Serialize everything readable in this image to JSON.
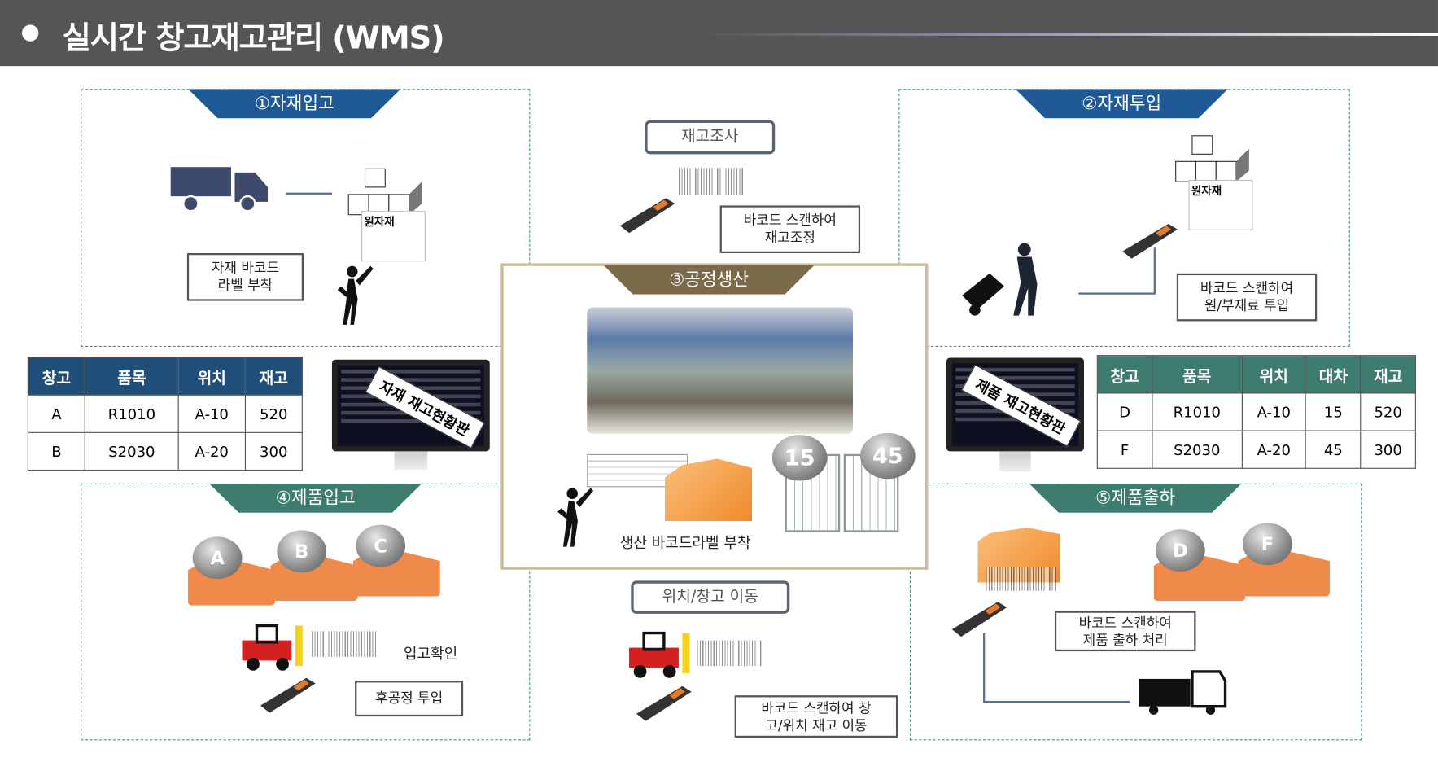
{
  "header": {
    "title": "실시간 창고재고관리 (WMS)"
  },
  "sections": {
    "s1": "①자재입고",
    "s2": "②자재투입",
    "s3": "③공정생산",
    "s4": "④제품입고",
    "s5": "⑤제품출하"
  },
  "pills": {
    "inventory_check": "재고조사",
    "location_move": "위치/창고 이동"
  },
  "callouts": {
    "scan_adjust": "바코드 스캔하여\n재고조정",
    "attach_label": "자재 바코드\n라벨 부착",
    "scan_input": "바코드 스캔하여\n원/부재료 투입",
    "next_process": "후공정 투입",
    "scan_move": "바코드 스캔하여 창\n고/위치 재고 이동",
    "scan_ship": "바코드 스캔하여\n제품 출하 처리"
  },
  "labels": {
    "receipt_confirm": "입고확인",
    "production_label": "생산 바코드라벨 부착",
    "raw_material": "원자재",
    "raw_material2": "원자재"
  },
  "monitors": {
    "left": "자재 재고현황판",
    "right": "제품 재고현황판"
  },
  "carts": [
    "15",
    "45"
  ],
  "warehouses_in": [
    "A",
    "B",
    "C"
  ],
  "warehouses_out": [
    "D",
    "F"
  ],
  "table_left": {
    "headers": [
      "창고",
      "품목",
      "위치",
      "재고"
    ],
    "rows": [
      [
        "A",
        "R1010",
        "A-10",
        "520"
      ],
      [
        "B",
        "S2030",
        "A-20",
        "300"
      ]
    ]
  },
  "table_right": {
    "headers": [
      "창고",
      "품목",
      "위치",
      "대차",
      "재고"
    ],
    "rows": [
      [
        "D",
        "R1010",
        "A-10",
        "15",
        "520"
      ],
      [
        "F",
        "S2030",
        "A-20",
        "45",
        "300"
      ]
    ]
  }
}
